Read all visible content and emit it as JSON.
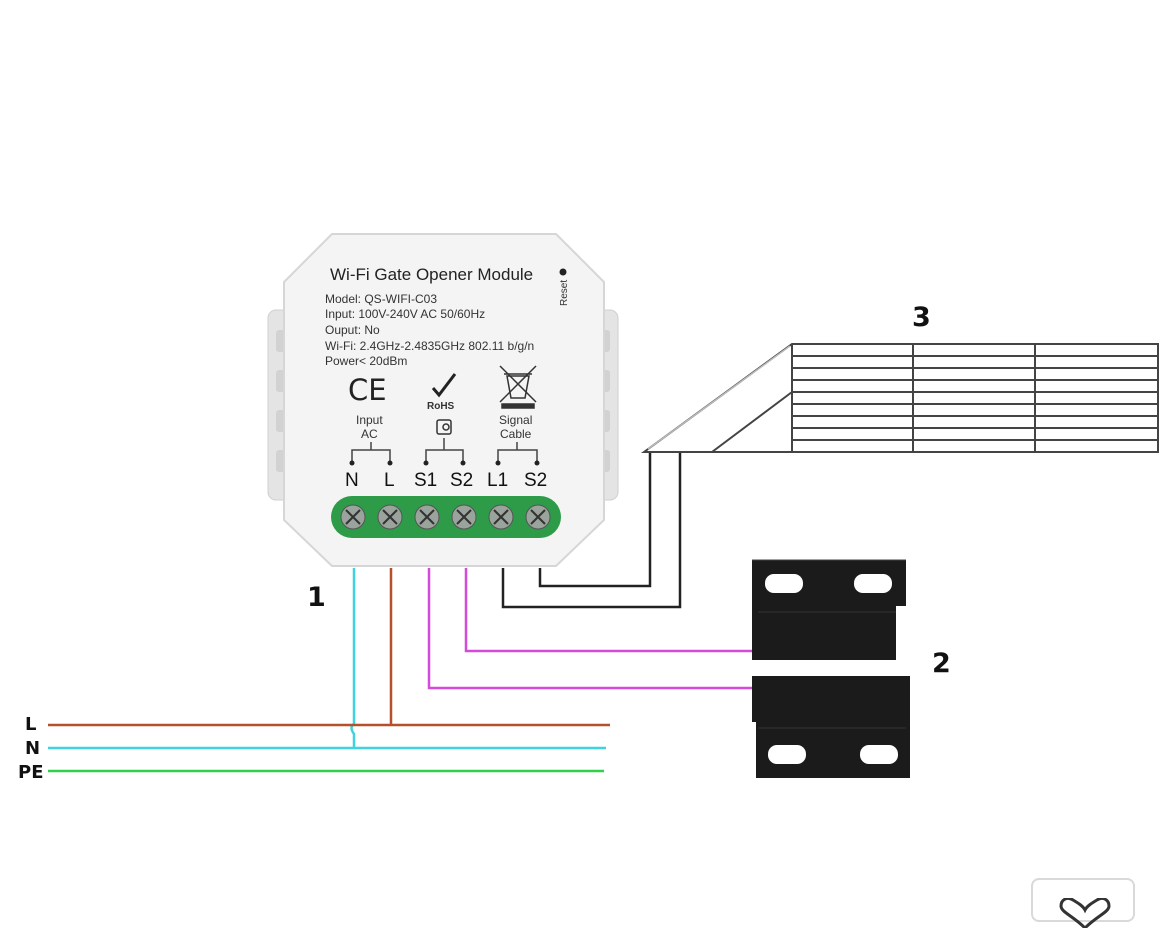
{
  "module": {
    "title": "Wi-Fi Gate Opener Module",
    "reset_label": "Reset",
    "specs": [
      "Model: QS-WIFI-C03",
      "Input: 100V-240V AC 50/60Hz",
      "Ouput: No",
      "Wi-Fi: 2.4GHz-2.4835GHz 802.11 b/g/n",
      "Power< 20dBm"
    ],
    "ce_mark": "CE",
    "rohs_label": "RoHS",
    "input_label_1": "Input",
    "input_label_2": "AC",
    "signal_label_1": "Signal",
    "signal_label_2": "Cable",
    "terminals": [
      "N",
      "L",
      "S1",
      "S2",
      "L1",
      "S2"
    ]
  },
  "callouts": {
    "module": "1",
    "sensor": "2",
    "gate": "3"
  },
  "bus_labels": {
    "line": "L",
    "neutral": "N",
    "earth": "PE"
  },
  "colors": {
    "wire_live": "#b5512a",
    "wire_neutral": "#3fd3e0",
    "wire_earth": "#2fd04a",
    "wire_signal": "#d34bd8",
    "wire_gate": "#222222",
    "terminal_block": "#2e9b48",
    "sensor": "#1b1b1b",
    "favorite_button_border": "#d9d9d9"
  },
  "icons": [
    "ce-mark-icon",
    "rohs-check-icon",
    "weee-bin-icon",
    "switch-symbol-icon",
    "heart-icon"
  ]
}
